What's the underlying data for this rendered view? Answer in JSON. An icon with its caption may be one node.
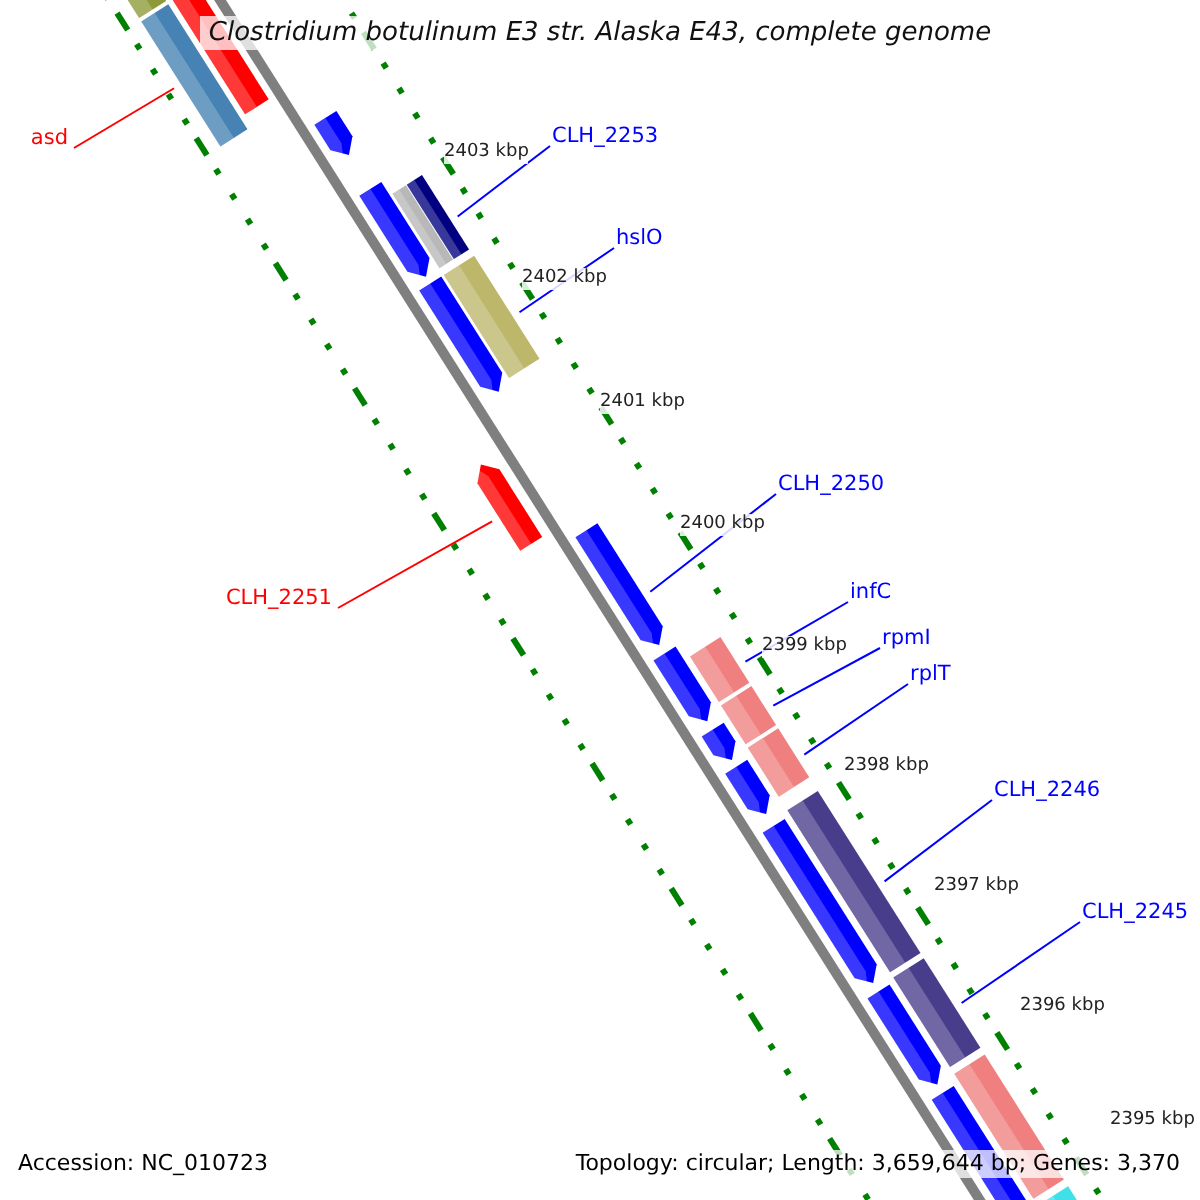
{
  "diagram": {
    "title": "Clostridium botulinum E3 str. Alaska E43, complete genome",
    "nodes": [
      {
        "text": [
          "asd"
        ]
      },
      {
        "text": [],
        "shape": "bar"
      },
      {
        "text": [
          "CLH_2253"
        ]
      },
      {
        "text": [],
        "shape": "bar"
      },
      {
        "text": [
          "hslO"
        ]
      },
      {
        "text": [],
        "shape": "bar"
      },
      {
        "text": [
          "CLH_2250"
        ]
      },
      {
        "text": [],
        "shape": "bar"
      },
      {
        "text": [
          "CLH_2251"
        ]
      },
      {
        "text": [],
        "shape": "bar"
      },
      {
        "text": [
          "infC"
        ]
      },
      {
        "text": [],
        "shape": "bar"
      },
      {
        "text": [
          "rpmI"
        ]
      },
      {
        "text": [],
        "shape": "bar"
      },
      {
        "text": [
          "rplT"
        ]
      },
      {
        "text": [],
        "shape": "bar"
      },
      {
        "text": [
          "CLH_2246"
        ]
      },
      {
        "text": [],
        "shape": "bar"
      },
      {
        "text": [
          "CLH_2245"
        ]
      },
      {
        "text": [],
        "shape": "bar"
      }
    ],
    "edges": [
      {
        "from": 0,
        "to": 1,
        "arrow": "none",
        "color": "#ff0000"
      },
      {
        "from": 2,
        "to": 3,
        "arrow": "none"
      },
      {
        "from": 4,
        "to": 5,
        "arrow": "none"
      },
      {
        "from": 6,
        "to": 7,
        "arrow": "none"
      },
      {
        "from": 8,
        "to": 9,
        "arrow": "none",
        "color": "#ff0000"
      },
      {
        "from": 10,
        "to": 11,
        "arrow": "none"
      },
      {
        "from": 12,
        "to": 13,
        "arrow": "none"
      },
      {
        "from": 14,
        "to": 15,
        "arrow": "none"
      },
      {
        "from": 16,
        "to": 17,
        "arrow": "none"
      },
      {
        "from": 18,
        "to": 19,
        "arrow": "none"
      }
    ],
    "labels": [
      "2403 kbp",
      "2402 kbp",
      "2401 kbp",
      "2400 kbp",
      "2399 kbp",
      "2398 kbp",
      "2397 kbp",
      "2396 kbp",
      "2395 kbp",
      "Accession: NC_010723",
      "Topology: circular; Length: 3,659,644 bp; Genes: 3,370"
    ]
  }
}
